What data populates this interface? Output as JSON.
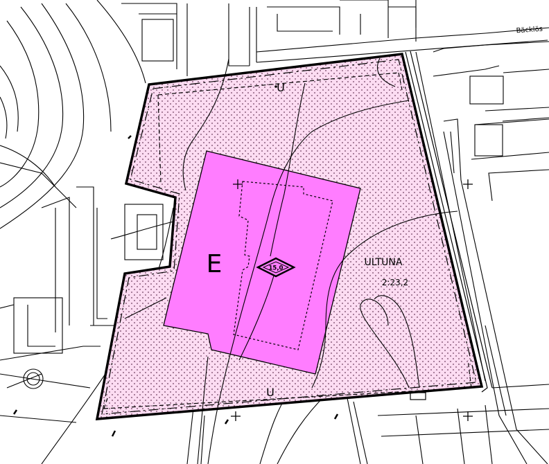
{
  "labels": {
    "street_name": "Bäcklös",
    "zone_code": "E",
    "height_value": "15,0",
    "property_name": "ULTUNA",
    "property_number": "2:23,2",
    "u_top": "U",
    "u_bottom": "U"
  },
  "colors": {
    "plan_area": "#fcdcf2",
    "building_area": "#ff7dff",
    "dots": "#6a3a5a",
    "line": "#000000"
  }
}
